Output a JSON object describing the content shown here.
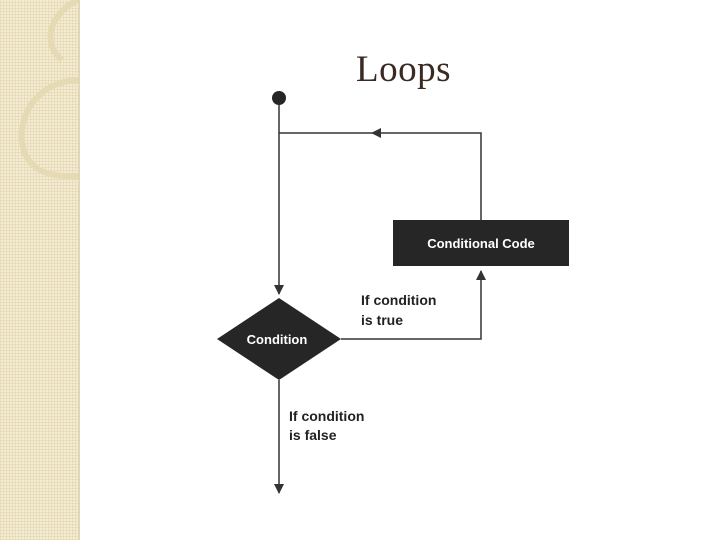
{
  "slide": {
    "title": "Loops"
  },
  "diagram": {
    "nodes": {
      "process_box": "Conditional Code",
      "decision": "Condition"
    },
    "edge_labels": {
      "true_branch_line1": "If condition",
      "true_branch_line2": "is true",
      "false_branch_line1": "If condition",
      "false_branch_line2": "is false"
    }
  },
  "colors": {
    "node_fill": "#262626",
    "line": "#333333",
    "side_band": "#f4ecd2"
  }
}
